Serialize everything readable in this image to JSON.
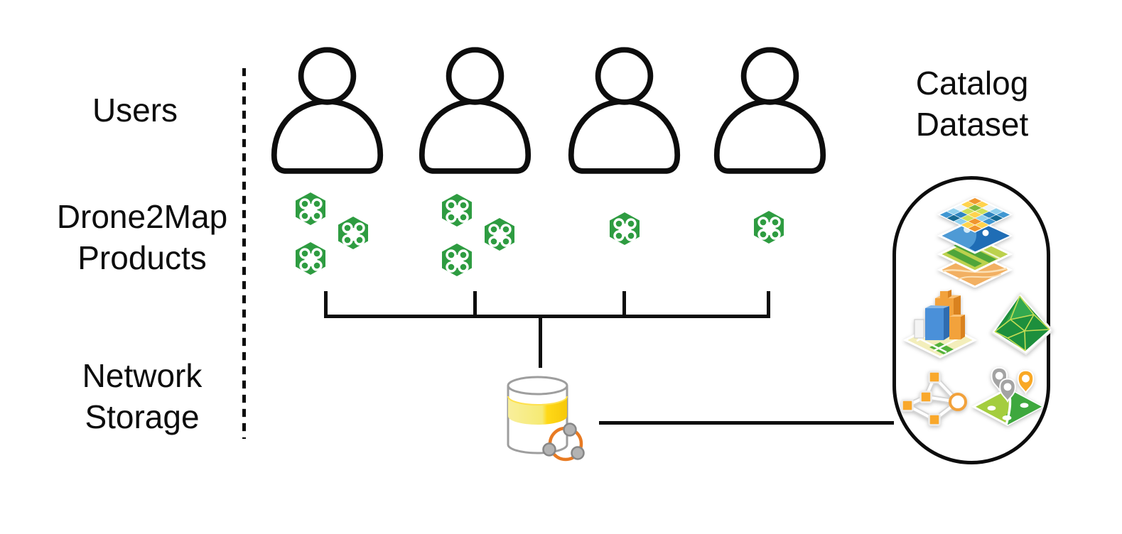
{
  "labels": {
    "users": "Users",
    "products_line1": "Drone2Map",
    "products_line2": "Products",
    "storage_line1": "Network",
    "storage_line2": "Storage",
    "catalog_line1": "Catalog",
    "catalog_line2": "Dataset"
  },
  "diagram": {
    "user_count": 4,
    "products_per_user": [
      3,
      3,
      1,
      1
    ],
    "rows": [
      "Users",
      "Drone2Map Products",
      "Network Storage"
    ],
    "right_column": "Catalog Dataset",
    "catalog_items": [
      "layers-stack",
      "3d-buildings",
      "tin-terrain",
      "network-graph",
      "map-pins"
    ],
    "colors": {
      "drone_green": "#2e9c41",
      "cylinder_band_yellow": "#ffd60a",
      "cylinder_band_light": "#f8ef9c",
      "cylinder_outline_gray": "#9e9e9e",
      "ring_orange": "#e87a22",
      "node_gray": "#b3b3b3",
      "line_black": "#0d0d0d",
      "net_node_orange": "#f9a82b",
      "pin_gray": "#a3a3a3",
      "pin_orange": "#f9a825"
    }
  }
}
